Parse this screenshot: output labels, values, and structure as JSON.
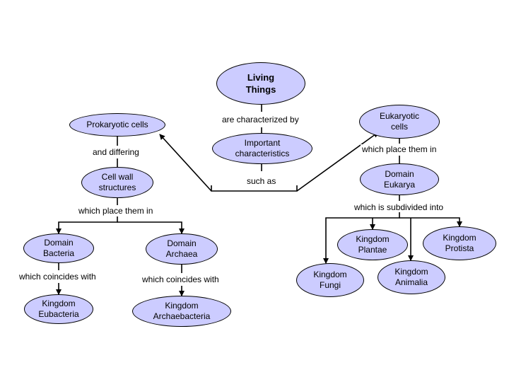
{
  "concept_map": {
    "nodes": {
      "living_things": "Living\nThings",
      "prokaryotic_cells": "Prokaryotic cells",
      "eukaryotic_cells": "Eukaryotic\ncells",
      "important_characteristics": "Important\ncharacteristics",
      "cell_wall_structures": "Cell wall\nstructures",
      "domain_eukarya": "Domain\nEukarya",
      "domain_bacteria": "Domain\nBacteria",
      "domain_archaea": "Domain\nArchaea",
      "kingdom_eubacteria": "Kingdom\nEubacteria",
      "kingdom_archaebacteria": "Kingdom\nArchaebacteria",
      "kingdom_plantae": "Kingdom\nPlantae",
      "kingdom_protista": "Kingdom\nProtista",
      "kingdom_fungi": "Kingdom\nFungi",
      "kingdom_animalia": "Kingdom\nAnimalia"
    },
    "links": {
      "are_characterized_by": "are characterized by",
      "and_differing": "and differing",
      "such_as": "such as",
      "which_place_them_in_left": "which place them in",
      "which_place_them_in_right": "which place them in",
      "which_is_subdivided_into": "which is subdivided into",
      "which_coincides_with_1": "which coincides with",
      "which_coincides_with_2": "which coincides with"
    },
    "colors": {
      "node_fill": "#ccccff",
      "line": "#000000"
    }
  }
}
